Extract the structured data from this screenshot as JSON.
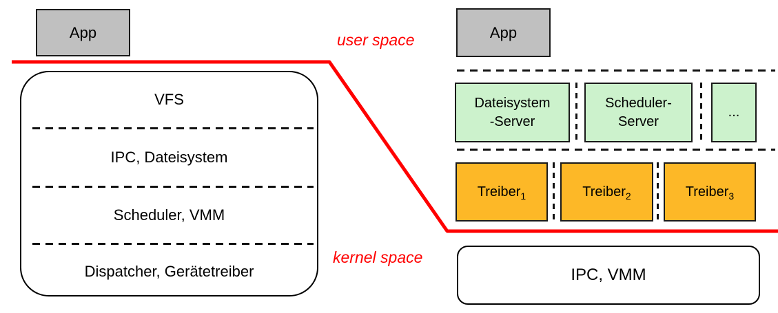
{
  "colors": {
    "boundary_red": "#FF0000",
    "app_gray": "#C0C0C0",
    "server_green": "#CCF2CC",
    "driver_orange": "#FDB827"
  },
  "labels": {
    "user_space": "user space",
    "kernel_space": "kernel space"
  },
  "monolithic": {
    "app_label": "App",
    "kernel_layers": [
      "VFS",
      "IPC, Dateisystem",
      "Scheduler, VMM",
      "Dispatcher, Gerätetreiber"
    ]
  },
  "microkernel": {
    "app_label": "App",
    "servers": [
      {
        "line1": "Dateisystem",
        "line2": "-Server"
      },
      {
        "line1": "Scheduler-",
        "line2": "Server"
      },
      {
        "line1": "...",
        "line2": ""
      }
    ],
    "drivers": [
      {
        "base": "Treiber",
        "sub": "1"
      },
      {
        "base": "Treiber",
        "sub": "2"
      },
      {
        "base": "Treiber",
        "sub": "3"
      }
    ],
    "kernel_box_label": "IPC, VMM"
  }
}
